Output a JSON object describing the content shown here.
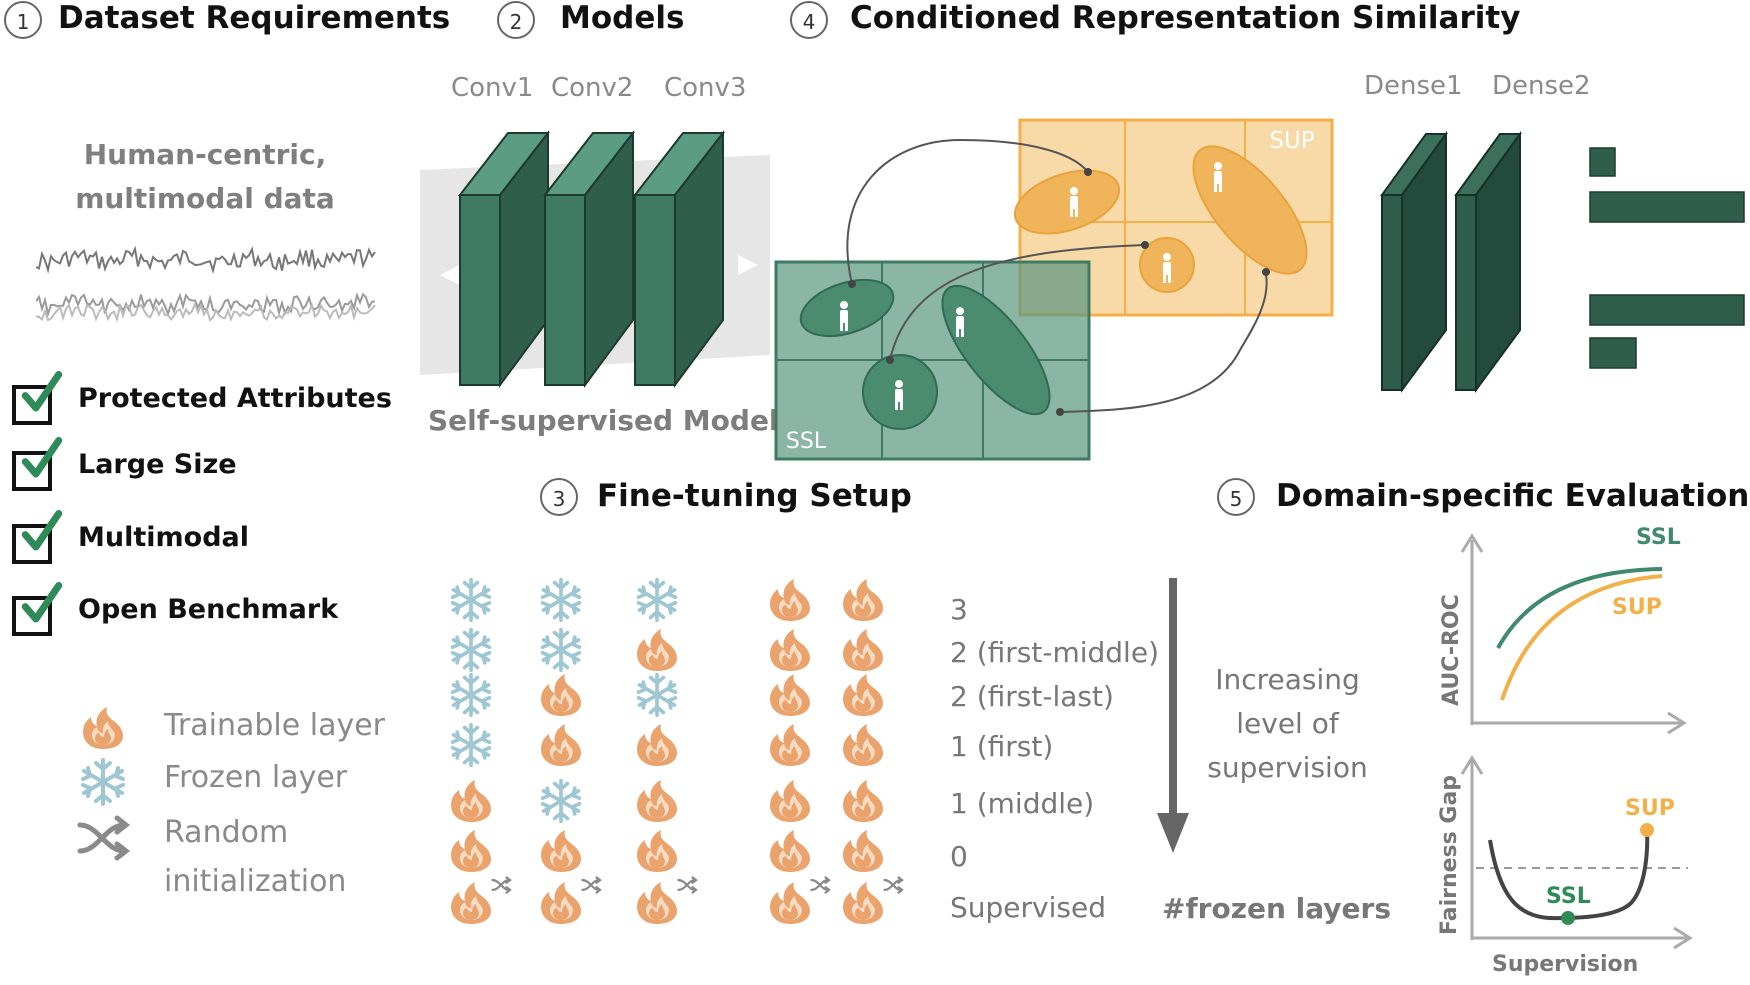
{
  "colors": {
    "green": "#3f7a64",
    "green_dark": "#2c5545",
    "orange": "#f3b048",
    "orange_fill": "#f8d9a8",
    "flame": "#eba36e",
    "snow": "#9ec7d3",
    "check": "#2e8b57"
  },
  "section1": {
    "number": "1",
    "title": "Dataset Requirements",
    "data_line1": "Human-centric,",
    "data_line2": "multimodal data",
    "requirements": [
      "Protected Attributes",
      "Large Size",
      "Multimodal",
      "Open Benchmark"
    ],
    "legend": {
      "trainable": "Trainable layer",
      "frozen": "Frozen layer",
      "random_line1": "Random",
      "random_line2": "initialization"
    }
  },
  "section2": {
    "number": "2",
    "title": "Models",
    "conv_labels": [
      "Conv1",
      "Conv2",
      "Conv3"
    ],
    "model_label": "Self-supervised Model"
  },
  "section3": {
    "number": "3",
    "title": "Fine-tuning Setup",
    "rows": [
      "3",
      "2 (first-middle)",
      "2 (first-last)",
      "1 (first)",
      "1 (middle)",
      "0",
      "Supervised"
    ],
    "arrow_line1": "Increasing",
    "arrow_line2": "level of",
    "arrow_line3": "supervision",
    "footer": "#frozen layers"
  },
  "section4": {
    "number": "4",
    "title": "Conditioned Representation Similarity",
    "sup_label": "SUP",
    "ssl_label": "SSL",
    "dense_labels": [
      "Dense1",
      "Dense2"
    ]
  },
  "section5": {
    "number": "5",
    "title": "Domain-specific Evaluation",
    "roc_ylabel": "AUC-ROC",
    "roc_ssl": "SSL",
    "roc_sup": "SUP",
    "gap_ylabel": "Fairness Gap",
    "gap_xlabel": "Supervision",
    "gap_ssl": "SSL",
    "gap_sup": "SUP"
  }
}
